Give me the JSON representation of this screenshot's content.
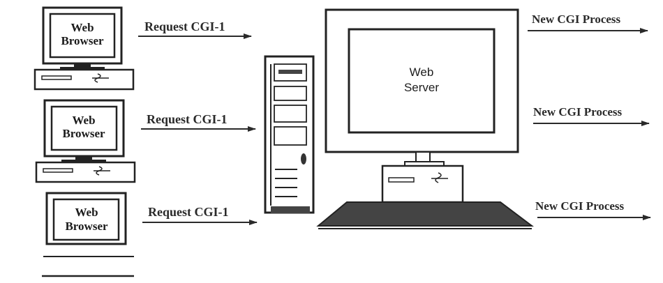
{
  "browsers": [
    {
      "line1": "Web",
      "line2": "Browser"
    },
    {
      "line1": "Web",
      "line2": "Browser"
    },
    {
      "line1": "Web",
      "line2": "Browser"
    }
  ],
  "requests": [
    {
      "label": "Request CGI-1"
    },
    {
      "label": "Request CGI-1"
    },
    {
      "label": "Request CGI-1"
    }
  ],
  "server": {
    "line1": "Web",
    "line2": "Server"
  },
  "processes": [
    {
      "label": "New CGI Process"
    },
    {
      "label": "New CGI Process"
    },
    {
      "label": "New CGI Process"
    }
  ],
  "colors": {
    "ink": "#2a2a2a",
    "dark_fill": "#444444"
  }
}
